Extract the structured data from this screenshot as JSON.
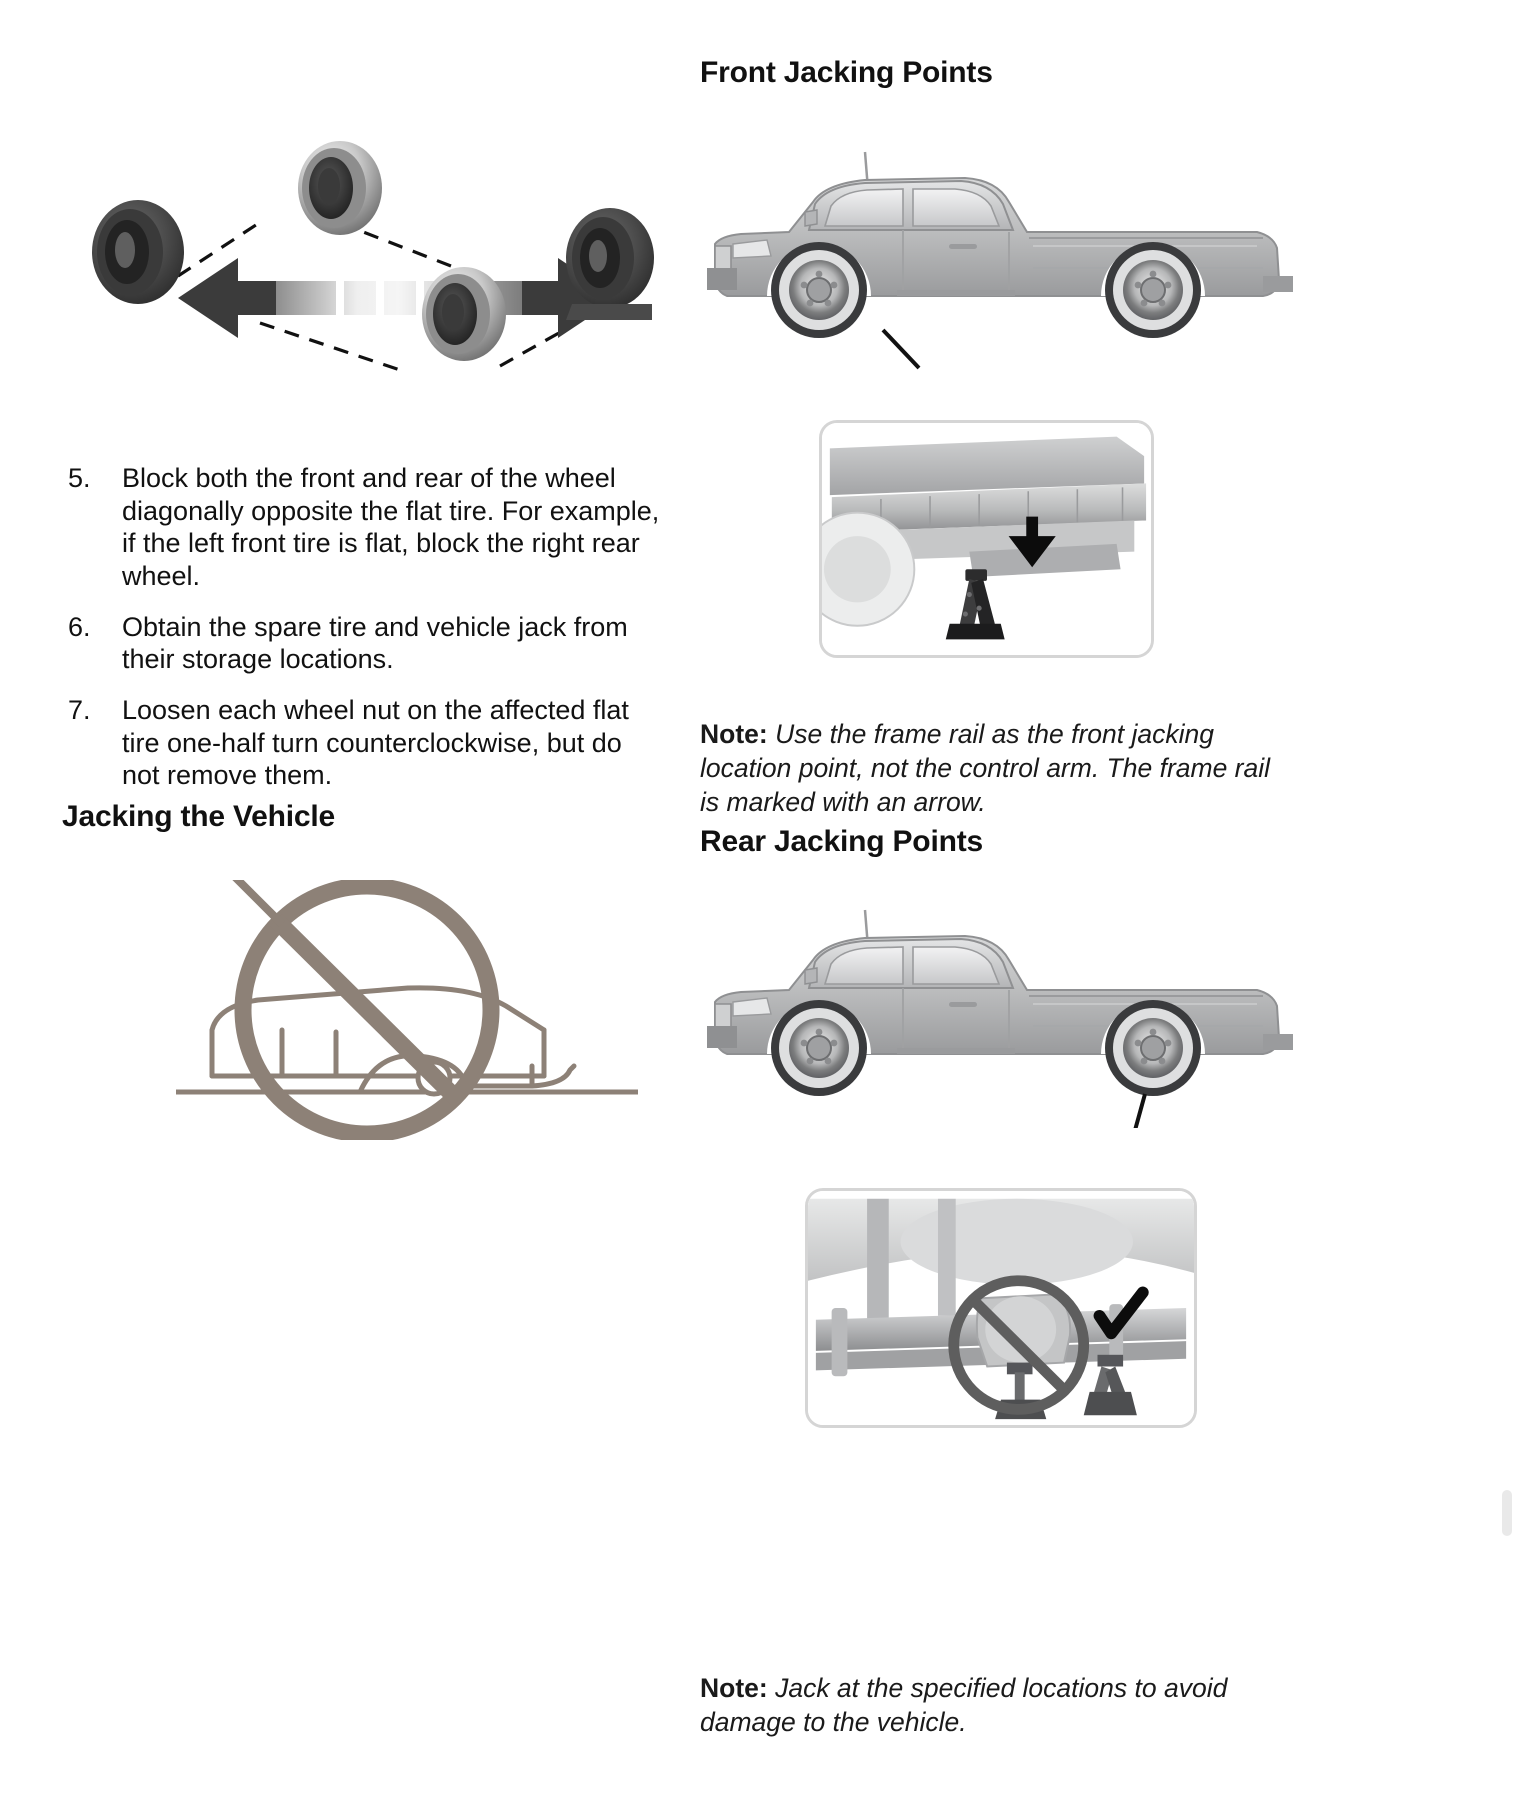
{
  "document": {
    "page_background": "#ffffff",
    "text_color": "#1a1a1a"
  },
  "left_column": {
    "figure_wheel_chock": {
      "name": "wheel-chock-diagonal-diagram",
      "alt": "Two tires diagonally opposite with a double-headed gradient arrow between the front and rear wheels",
      "arrow_color": "#3b3b3b",
      "tire_dark": "#4a4a4a",
      "tire_light": "#c9c9c9"
    },
    "steps": [
      {
        "number": "5.",
        "text": "Block both the front and rear of the wheel diagonally opposite the flat tire. For example, if the left front tire is flat, block the right rear wheel."
      },
      {
        "number": "6.",
        "text": "Obtain the spare tire and vehicle jack from their storage locations."
      },
      {
        "number": "7.",
        "text": "Loosen each wheel nut on the affected flat tire one-half turn counterclockwise, but do not remove them."
      }
    ],
    "heading_jacking": "Jacking the Vehicle",
    "figure_no_go_under": {
      "name": "do-not-go-under-vehicle-illustration",
      "alt": "Person lying under a jacked vehicle with a prohibition slash circle over the image",
      "prohibition_color": "#8d8177",
      "line_color": "#8d8177"
    }
  },
  "right_column": {
    "heading_front": "Front Jacking Points",
    "figure_truck_front": {
      "name": "pickup-truck-side-view-front-jacking",
      "alt": "Side view of a regular cab pickup truck with a leader line pointing to the front jacking area",
      "body_color": "#b9babb",
      "shadow_color": "#8f9092"
    },
    "callout_front": {
      "name": "front-frame-rail-detail",
      "alt": "Close up of the front frame rail with a black arrow indicating the jack placement point",
      "arrow_color": "#111111",
      "border_color": "#d5d5d5"
    },
    "note_front": {
      "lead": "Note:",
      "text": " Use the frame rail as the front jacking location point, not the control arm. The frame rail is marked with an arrow."
    },
    "heading_rear": "Rear Jacking Points",
    "figure_truck_rear": {
      "name": "pickup-truck-side-view-rear-jacking",
      "alt": "Side view of a regular cab pickup truck with a leader line pointing to the rear axle jacking area",
      "body_color": "#b9babb",
      "shadow_color": "#8f9092"
    },
    "callout_rear": {
      "name": "rear-axle-detail",
      "alt": "Close up of the rear axle showing a prohibited jack location with a slash circle and an approved location with a check mark",
      "prohibition_color": "#5e5e5e",
      "check_color": "#111111",
      "border_color": "#d5d5d5"
    },
    "note_rear": {
      "lead": "Note:",
      "text": " Jack at the specified locations to avoid damage to the vehicle."
    }
  }
}
